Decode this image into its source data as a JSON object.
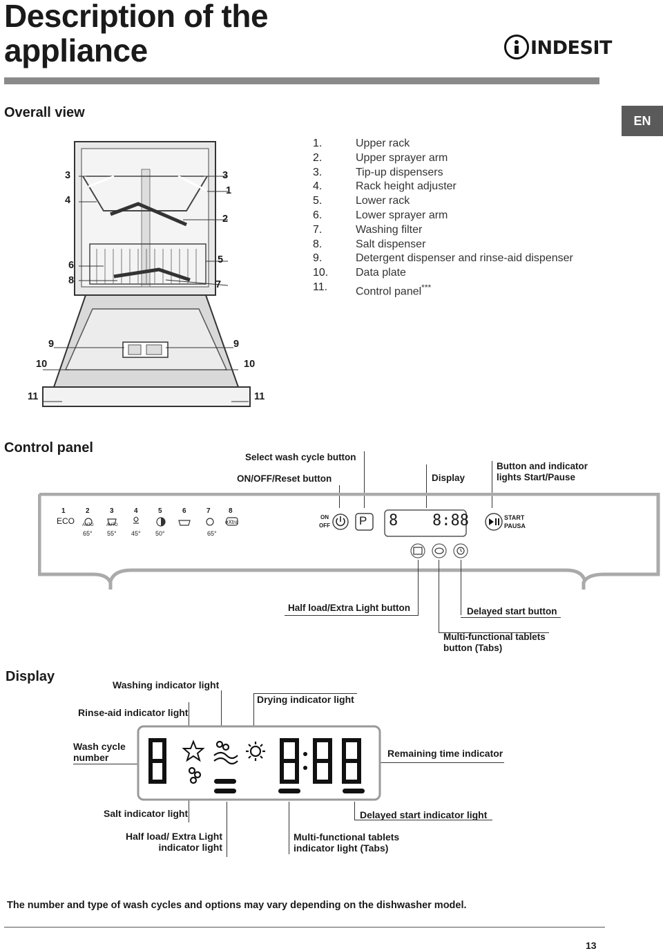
{
  "page": {
    "title_line1": "Description of the",
    "title_line2": "appliance",
    "brand": "INDESIT",
    "lang_tab": "EN",
    "footer_note": "The number and type of wash cycles and options may vary depending on the dishwasher model.",
    "page_number": "13"
  },
  "overall_view": {
    "heading": "Overall view",
    "parts": [
      {
        "num": "1.",
        "label": "Upper rack"
      },
      {
        "num": "2.",
        "label": "Upper sprayer arm"
      },
      {
        "num": "3.",
        "label": "Tip-up dispensers"
      },
      {
        "num": "4.",
        "label": "Rack height adjuster"
      },
      {
        "num": "5.",
        "label": "Lower rack"
      },
      {
        "num": "6.",
        "label": "Lower sprayer arm"
      },
      {
        "num": "7.",
        "label": "Washing filter"
      },
      {
        "num": "8.",
        "label": "Salt dispenser"
      },
      {
        "num": "9.",
        "label": "Detergent dispenser and rinse-aid dispenser"
      },
      {
        "num": "10.",
        "label": "Data plate"
      },
      {
        "num": "11.",
        "label": "Control panel",
        "suffix": "***"
      }
    ],
    "callouts": {
      "c3l": "3",
      "c4": "4",
      "c6": "6",
      "c8": "8",
      "c3r": "3",
      "c1": "1",
      "c2": "2",
      "c5": "5",
      "c7": "7",
      "c9l": "9",
      "c9r": "9",
      "c10l": "10",
      "c10r": "10",
      "c11l": "11",
      "c11r": "11"
    }
  },
  "control_panel": {
    "heading": "Control panel",
    "select_wash_cycle": "Select wash cycle button",
    "on_off_reset": "ON/OFF/Reset button",
    "display": "Display",
    "start_pause_line1": "Button and indicator",
    "start_pause_line2": "lights Start/Pause",
    "half_load": "Half load/Extra Light button",
    "delayed_start": "Delayed start button",
    "tabs_line1": "Multi-functional tablets",
    "tabs_line2": "button (Tabs)",
    "panel": {
      "cycle_numbers": [
        "1",
        "2",
        "3",
        "4",
        "5",
        "6",
        "7",
        "8"
      ],
      "eco": "ECO",
      "auto1": "AUTO",
      "auto2": "AUTO",
      "extra": "eXtra",
      "temps": [
        "65°",
        "55°",
        "45°",
        "50°",
        "65°"
      ],
      "on": "ON",
      "off": "OFF",
      "p": "P",
      "start": "START",
      "pausa": "PAUSA"
    }
  },
  "display_section": {
    "heading": "Display",
    "washing": "Washing indicator light",
    "drying": "Drying indicator light",
    "rinse_aid": "Rinse-aid indicator light",
    "wash_cycle_line1": "Wash cycle",
    "wash_cycle_line2": "number",
    "remaining": "Remaining time indicator",
    "salt": "Salt indicator light",
    "delayed_start": "Delayed start indicator light",
    "half_load_line1": "Half load/ Extra Light",
    "half_load_line2": "indicator light",
    "tabs_line1": "Multi-functional tablets",
    "tabs_line2": "indicator light (Tabs)"
  }
}
